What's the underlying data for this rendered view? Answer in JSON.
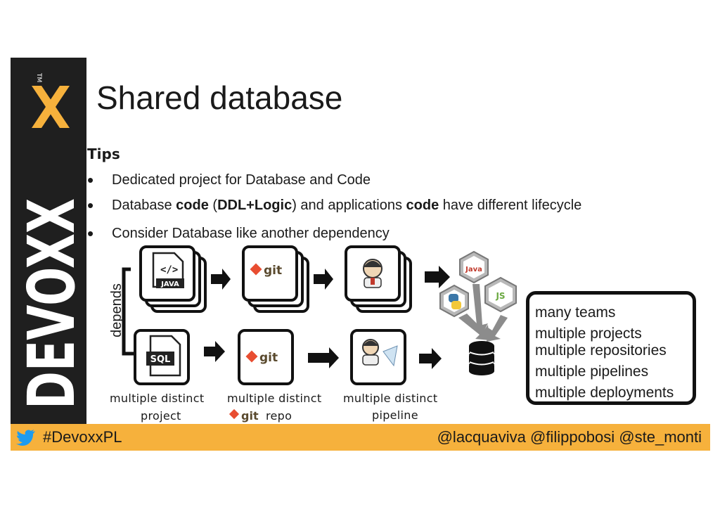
{
  "slide": {
    "title": "Shared database",
    "tips_heading": "Tips",
    "bullets": [
      {
        "text": "Dedicated project for Database and Code"
      },
      {
        "pre": "Database ",
        "b1": "code",
        "mid1": " (",
        "b2": "DDL+Logic",
        "mid2": ") and applications ",
        "b3": "code",
        "post": " have different lifecycle"
      },
      {
        "text": "Consider Database like another dependency"
      }
    ]
  },
  "diagram": {
    "depends_label": "depends",
    "git_word": "git",
    "java_badge": "JAVA",
    "sql_badge": "SQL",
    "java_hex_label": "Java",
    "js_hex_label": "JS",
    "captions": {
      "project_line1": "multiple distinct",
      "project_line2": "project",
      "repo_line1": "multiple distinct",
      "repo_line2": "repo",
      "pipeline_line1": "multiple distinct",
      "pipeline_line2": "pipeline"
    },
    "info_lines": [
      "many teams",
      "multiple projects",
      "multiple repositories",
      "multiple pipelines",
      "multiple deployments"
    ]
  },
  "footer": {
    "hashtag": "#DevoxxPL",
    "handles": "@lacquaviva @filippobosi @ste_monti",
    "color": "#f6b13c"
  },
  "brand": {
    "name": "DEVOXX",
    "tm": "TM",
    "accent": "#f6b13c"
  }
}
